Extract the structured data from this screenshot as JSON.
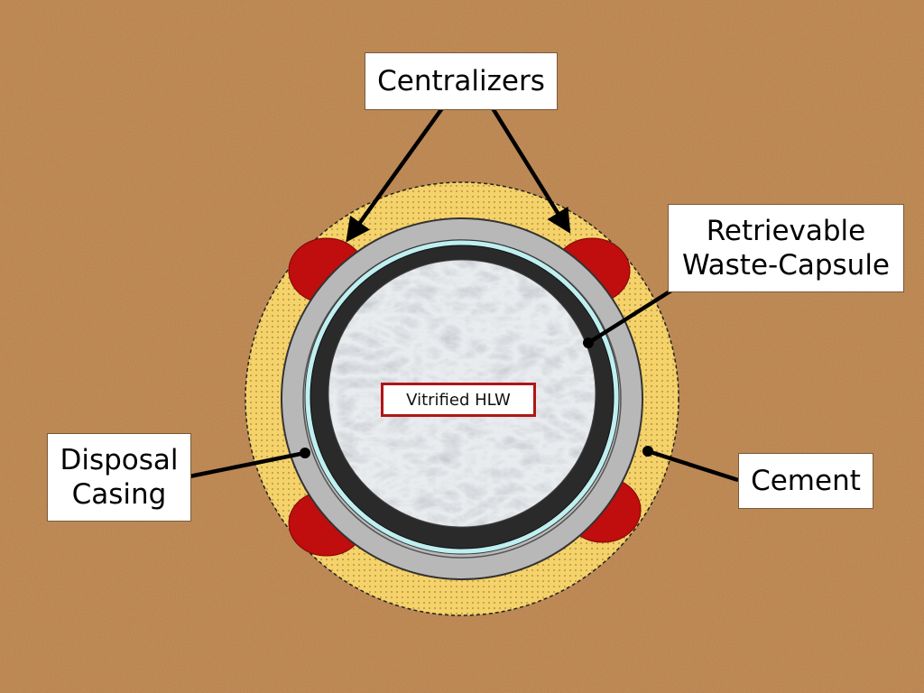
{
  "labels": {
    "centralizers": "Centralizers",
    "capsule": "Retrievable\nWaste-Capsule",
    "casing": "Disposal\nCasing",
    "cement": "Cement",
    "hlw": "Vitrified HLW"
  },
  "colors": {
    "ground": "#c08a55",
    "cement": "#f5d26a",
    "centralizer": "#c00d0d",
    "casing": "#b8b8b8",
    "capsule_gap": "#bfeff0",
    "capsule_wall": "#2a2a2a",
    "hlw_fill": "#e9ecef",
    "hlw_border": "#b01515"
  }
}
